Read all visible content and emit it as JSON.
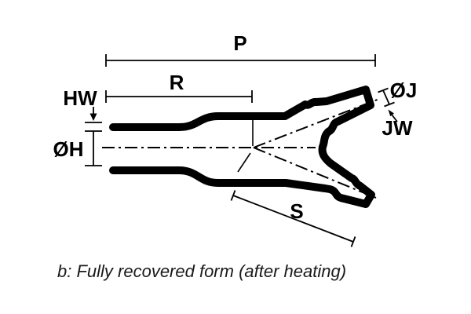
{
  "diagram": {
    "labels": {
      "p": "P",
      "r": "R",
      "hw": "HW",
      "oh": "ØH",
      "oj": "ØJ",
      "jw": "JW",
      "s": "S"
    },
    "caption": "b: Fully recovered form (after heating)",
    "colors": {
      "line": "#000000",
      "background": "#ffffff"
    }
  }
}
